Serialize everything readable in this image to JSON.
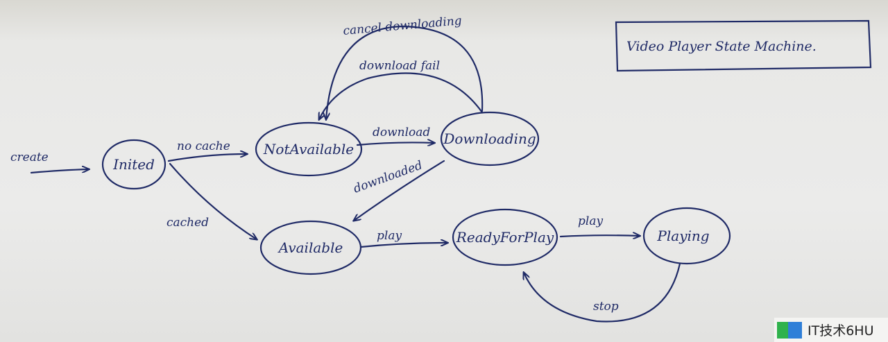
{
  "title": "Video Player State Machine.",
  "states": {
    "inited": "Inited",
    "not_available": "NotAvailable",
    "downloading": "Downloading",
    "available": "Available",
    "ready_for_play": "ReadyForPlay",
    "playing": "Playing"
  },
  "transitions": {
    "create": "create",
    "no_cache": "no cache",
    "cached": "cached",
    "download": "download",
    "downloaded": "downloaded",
    "download_fail": "download fail",
    "cancel_downloading": "cancel downloading",
    "play1": "play",
    "play2": "play",
    "stop": "stop"
  },
  "watermark": "IT技术6HU",
  "colors": {
    "ink": "#1f2a66",
    "board": "#e8e8e6"
  }
}
